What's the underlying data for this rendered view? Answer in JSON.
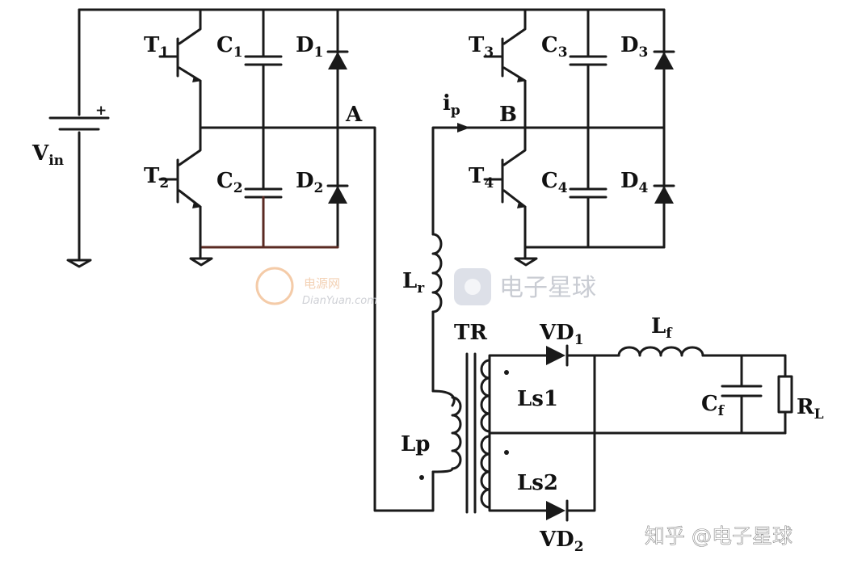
{
  "labels": {
    "vin_main": "V",
    "vin_sub": "in",
    "vin_plus": "+",
    "t1_main": "T",
    "t1_sub": "1",
    "t2_main": "T",
    "t2_sub": "2",
    "t3_main": "T",
    "t3_sub": "3",
    "t4_main": "T",
    "t4_sub": "4",
    "c1_main": "C",
    "c1_sub": "1",
    "c2_main": "C",
    "c2_sub": "2",
    "c3_main": "C",
    "c3_sub": "3",
    "c4_main": "C",
    "c4_sub": "4",
    "d1_main": "D",
    "d1_sub": "1",
    "d2_main": "D",
    "d2_sub": "2",
    "d3_main": "D",
    "d3_sub": "3",
    "d4_main": "D",
    "d4_sub": "4",
    "node_a": "A",
    "node_b": "B",
    "ip_main": "i",
    "ip_sub": "p",
    "lr_main": "L",
    "lr_sub": "r",
    "tr": "TR",
    "lp": "Lp",
    "ls1": "Ls1",
    "ls2": "Ls2",
    "vd1_main": "VD",
    "vd1_sub": "1",
    "vd2_main": "VD",
    "vd2_sub": "2",
    "lf_main": "L",
    "lf_sub": "f",
    "cf_main": "C",
    "cf_sub": "f",
    "rl_main": "R",
    "rl_sub": "L"
  },
  "watermarks": {
    "dianyuan_cn": "电源网",
    "dianyuan_en": "DianYuan.com",
    "planet": "电子星球",
    "credit": "知乎 @电子星球"
  }
}
